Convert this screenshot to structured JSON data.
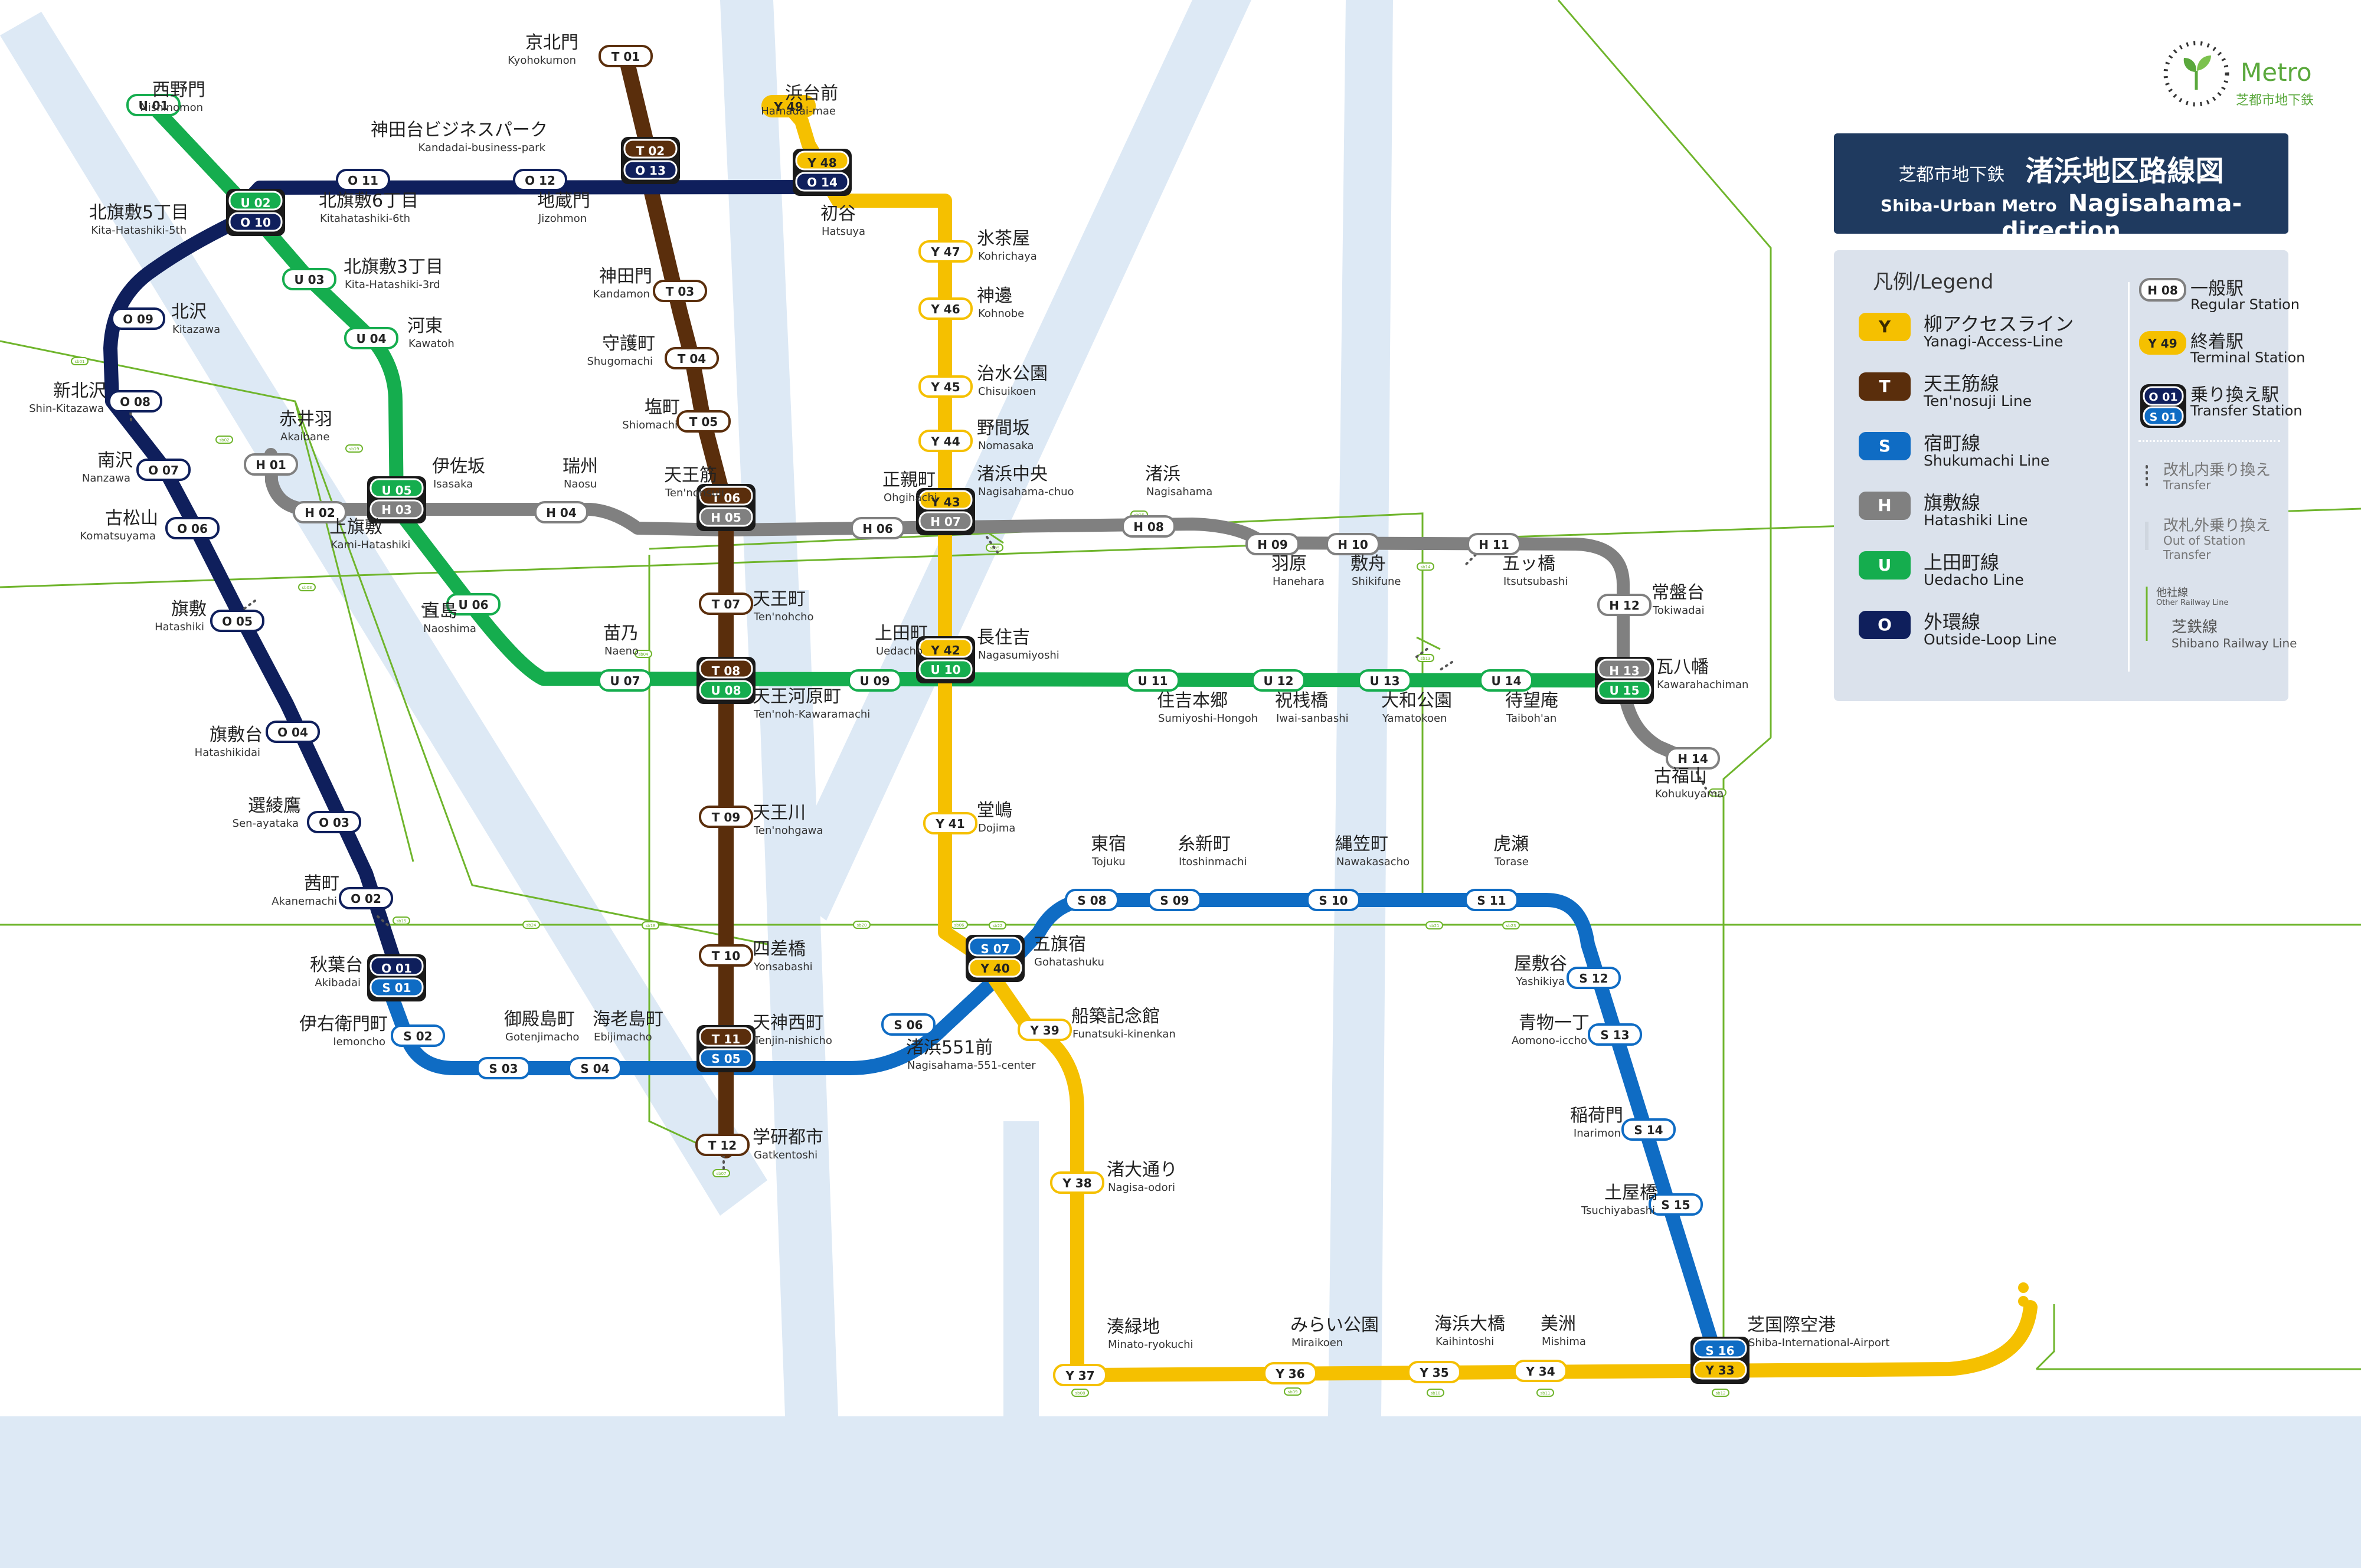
{
  "title": {
    "operator_jp": "芝都市地下鉄",
    "map_title_jp": "渚浜地区路線図",
    "operator_en": "Shiba-Urban Metro",
    "map_title_en": "Nagisahama-direction"
  },
  "logo": {
    "word": "Metro",
    "sub": "芝都市地下鉄",
    "icon": "leaf-circle-icon"
  },
  "legend": {
    "title": "凡例/Legend",
    "lines": [
      {
        "chip": "Y",
        "jp": "柳アクセスライン",
        "en": "Yanagi-Access-Line",
        "color": "#f5c000",
        "text_color": "#3a2a00"
      },
      {
        "chip": "T",
        "jp": "天王筋線",
        "en": "Ten'nosuji Line",
        "color": "#5a2e0c",
        "text_color": "#ffffff"
      },
      {
        "chip": "S",
        "jp": "宿町線",
        "en": "Shukumachi Line",
        "color": "#0f6cc4",
        "text_color": "#ffffff"
      },
      {
        "chip": "H",
        "jp": "旗敷線",
        "en": "Hatashiki Line",
        "color": "#808080",
        "text_color": "#ffffff"
      },
      {
        "chip": "U",
        "jp": "上田町線",
        "en": "Uedacho Line",
        "color": "#15ad4e",
        "text_color": "#ffffff"
      },
      {
        "chip": "O",
        "jp": "外環線",
        "en": "Outside-Loop Line",
        "color": "#0f1f5c",
        "text_color": "#ffffff"
      }
    ],
    "symbols": [
      {
        "code": "H 08",
        "jp": "一般駅",
        "en": "Regular Station"
      },
      {
        "code": "Y 49",
        "jp": "終着駅",
        "en": "Terminal Station"
      },
      {
        "code": "O 01",
        "code2": "S 01",
        "jp": "乗り換え駅",
        "en": "Transfer Station"
      },
      {
        "jp": "改札内乗り換え",
        "en": "Transfer"
      },
      {
        "jp": "改札外乗り換え",
        "en": "Out of Station Transfer"
      },
      {
        "jp": "他社線",
        "en": "Other Railway Line",
        "jp2": "芝鉄線",
        "en2": "Shibano Railway Line"
      }
    ]
  },
  "stations": [
    {
      "code": "U 01",
      "line": "U",
      "jp": "西野門",
      "en": "Nishinomon"
    },
    {
      "code": "T 01",
      "line": "T",
      "jp": "京北門",
      "en": "Kyohokumon"
    },
    {
      "code": "Y 49",
      "line": "Y",
      "jp": "浜台前",
      "en": "Hamadai-mae"
    },
    {
      "code": "T 02",
      "line": "T",
      "code2": "O 13",
      "line2": "O",
      "jp": "神田台ビジネスパーク",
      "en": "Kandadai-business-park"
    },
    {
      "code": "Y 48",
      "line": "Y",
      "code2": "O 14",
      "line2": "O",
      "jp": "初谷",
      "en": "Hatsuya"
    },
    {
      "code": "U 02",
      "line": "U",
      "code2": "O 10",
      "line2": "O",
      "jp": "北旗敷5丁目",
      "en": "Kita-Hatashiki-5th"
    },
    {
      "code": "O 11",
      "line": "O",
      "jp": "北旗敷6丁目",
      "en": "Kitahatashiki-6th"
    },
    {
      "code": "O 12",
      "line": "O",
      "jp": "地蔵門",
      "en": "Jizohmon"
    },
    {
      "code": "U 03",
      "line": "U",
      "jp": "北旗敷3丁目",
      "en": "Kita-Hatashiki-3rd"
    },
    {
      "code": "O 09",
      "line": "O",
      "jp": "北沢",
      "en": "Kitazawa"
    },
    {
      "code": "T 03",
      "line": "T",
      "jp": "神田門",
      "en": "Kandamon"
    },
    {
      "code": "Y 47",
      "line": "Y",
      "jp": "氷茶屋",
      "en": "Kohrichaya"
    },
    {
      "code": "Y 46",
      "line": "Y",
      "jp": "神邊",
      "en": "Kohnobe"
    },
    {
      "code": "U 04",
      "line": "U",
      "jp": "河東",
      "en": "Kawatoh"
    },
    {
      "code": "T 04",
      "line": "T",
      "jp": "守護町",
      "en": "Shugomachi"
    },
    {
      "code": "O 08",
      "line": "O",
      "jp": "新北沢",
      "en": "Shin-Kitazawa"
    },
    {
      "code": "Y 45",
      "line": "Y",
      "jp": "治水公園",
      "en": "Chisuikoen"
    },
    {
      "code": "T 05",
      "line": "T",
      "jp": "塩町",
      "en": "Shiomachi"
    },
    {
      "code": "H 01",
      "line": "H",
      "jp": "赤井羽",
      "en": "Akaibane"
    },
    {
      "code": "Y 44",
      "line": "Y",
      "jp": "野間坂",
      "en": "Nomasaka"
    },
    {
      "code": "O 07",
      "line": "O",
      "jp": "南沢",
      "en": "Nanzawa"
    },
    {
      "code": "U 05",
      "line": "U",
      "code2": "H 03",
      "line2": "H",
      "jp": "伊佐坂",
      "en": "Isasaka"
    },
    {
      "code": "H 04",
      "line": "H",
      "jp": "瑞州",
      "en": "Naosu"
    },
    {
      "code": "T 06",
      "line": "T",
      "code2": "H 05",
      "line2": "H",
      "jp": "天王筋",
      "en": "Ten'nohsuji"
    },
    {
      "code": "H 06",
      "line": "H",
      "jp": "正親町",
      "en": "Ohgihachi"
    },
    {
      "code": "Y 43",
      "line": "Y",
      "code2": "H 07",
      "line2": "H",
      "jp": "渚浜中央",
      "en": "Nagisahama-chuo"
    },
    {
      "code": "H 08",
      "line": "H",
      "jp": "渚浜",
      "en": "Nagisahama"
    },
    {
      "code": "H 02",
      "line": "H",
      "jp": "上旗敷",
      "en": "Kami-Hatashiki"
    },
    {
      "code": "O 06",
      "line": "O",
      "jp": "古松山",
      "en": "Komatsuyama"
    },
    {
      "code": "H 09",
      "line": "H",
      "jp": "羽原",
      "en": "Hanehara"
    },
    {
      "code": "H 10",
      "line": "H",
      "jp": "敷舟",
      "en": "Shikifune"
    },
    {
      "code": "H 11",
      "line": "H",
      "jp": "五ッ橋",
      "en": "Itsutsubashi"
    },
    {
      "code": "H 12",
      "line": "H",
      "jp": "常盤台",
      "en": "Tokiwadai"
    },
    {
      "code": "O 05",
      "line": "O",
      "jp": "旗敷",
      "en": "Hatashiki"
    },
    {
      "code": "U 06",
      "line": "U",
      "jp": "直島",
      "en": "Naoshima"
    },
    {
      "code": "T 07",
      "line": "T",
      "jp": "天王町",
      "en": "Ten'nohcho"
    },
    {
      "code": "U 07",
      "line": "U",
      "jp": "苗乃",
      "en": "Naeno"
    },
    {
      "code": "U 09",
      "line": "U",
      "jp": "上田町",
      "en": "Uedacho"
    },
    {
      "code": "Y 42",
      "line": "Y",
      "code2": "U 10",
      "line2": "U",
      "jp": "長住吉",
      "en": "Nagasumiyoshi"
    },
    {
      "code": "T 08",
      "line": "T",
      "code2": "U 08",
      "line2": "U",
      "jp": "天王河原町",
      "en": "Ten'noh-Kawaramachi"
    },
    {
      "code": "U 11",
      "line": "U",
      "jp": "住吉本郷",
      "en": "Sumiyoshi-Hongoh"
    },
    {
      "code": "U 12",
      "line": "U",
      "jp": "祝桟橋",
      "en": "Iwai-sanbashi"
    },
    {
      "code": "U 13",
      "line": "U",
      "jp": "大和公園",
      "en": "Yamatokoen"
    },
    {
      "code": "U 14",
      "line": "U",
      "jp": "待望庵",
      "en": "Taiboh'an"
    },
    {
      "code": "H 13",
      "line": "H",
      "code2": "U 15",
      "line2": "U",
      "jp": "瓦八幡",
      "en": "Kawarahachiman"
    },
    {
      "code": "O 04",
      "line": "O",
      "jp": "旗敷台",
      "en": "Hatashikidai"
    },
    {
      "code": "H 14",
      "line": "H",
      "jp": "古福山",
      "en": "Kohukuyama"
    },
    {
      "code": "O 03",
      "line": "O",
      "jp": "選綾鷹",
      "en": "Sen-ayataka"
    },
    {
      "code": "T 09",
      "line": "T",
      "jp": "天王川",
      "en": "Ten'nohgawa"
    },
    {
      "code": "Y 41",
      "line": "Y",
      "jp": "堂嶋",
      "en": "Dojima"
    },
    {
      "code": "S 08",
      "line": "S",
      "jp": "東宿",
      "en": "Tojuku"
    },
    {
      "code": "S 09",
      "line": "S",
      "jp": "糸新町",
      "en": "Itoshinmachi"
    },
    {
      "code": "S 10",
      "line": "S",
      "jp": "縄笠町",
      "en": "Nawakasacho"
    },
    {
      "code": "S 11",
      "line": "S",
      "jp": "虎瀬",
      "en": "Torase"
    },
    {
      "code": "O 02",
      "line": "O",
      "jp": "茜町",
      "en": "Akanemachi"
    },
    {
      "code": "S 07",
      "line": "S",
      "code2": "Y 40",
      "line2": "Y",
      "jp": "五旗宿",
      "en": "Gohatashuku"
    },
    {
      "code": "T 10",
      "line": "T",
      "jp": "四差橋",
      "en": "Yonsabashi"
    },
    {
      "code": "O 01",
      "line": "O",
      "code2": "S 01",
      "line2": "S",
      "jp": "秋葉台",
      "en": "Akibadai"
    },
    {
      "code": "S 12",
      "line": "S",
      "jp": "屋敷谷",
      "en": "Yashikiya"
    },
    {
      "code": "S 02",
      "line": "S",
      "jp": "伊右衛門町",
      "en": "Iemoncho"
    },
    {
      "code": "S 03",
      "line": "S",
      "jp": "御殿島町",
      "en": "Gotenjimacho"
    },
    {
      "code": "S 04",
      "line": "S",
      "jp": "海老島町",
      "en": "Ebijimacho"
    },
    {
      "code": "T 11",
      "line": "T",
      "code2": "S 05",
      "line2": "S",
      "jp": "天神西町",
      "en": "Tenjin-nishicho"
    },
    {
      "code": "S 06",
      "line": "S",
      "jp": "渚浜551前",
      "en": "Nagisahama-551-center"
    },
    {
      "code": "Y 39",
      "line": "Y",
      "jp": "船築記念館",
      "en": "Funatsuki-kinenkan"
    },
    {
      "code": "S 13",
      "line": "S",
      "jp": "青物一丁",
      "en": "Aomono-iccho"
    },
    {
      "code": "S 14",
      "line": "S",
      "jp": "稲荷門",
      "en": "Inarimon"
    },
    {
      "code": "T 12",
      "line": "T",
      "jp": "学研都市",
      "en": "Gatkentoshi"
    },
    {
      "code": "Y 38",
      "line": "Y",
      "jp": "渚大通り",
      "en": "Nagisa-odori"
    },
    {
      "code": "S 15",
      "line": "S",
      "jp": "土屋橋",
      "en": "Tsuchiyabashi"
    },
    {
      "code": "Y 37",
      "line": "Y",
      "jp": "湊緑地",
      "en": "Minato-ryokuchi"
    },
    {
      "code": "Y 36",
      "line": "Y",
      "jp": "みらい公園",
      "en": "Miraikoen"
    },
    {
      "code": "Y 35",
      "line": "Y",
      "jp": "海浜大橋",
      "en": "Kaihintoshi"
    },
    {
      "code": "Y 34",
      "line": "Y",
      "jp": "美洲",
      "en": "Mishima"
    },
    {
      "code": "S 16",
      "line": "S",
      "code2": "Y 33",
      "line2": "Y",
      "jp": "芝国際空港",
      "en": "Shiba-International-Airport"
    }
  ],
  "rail_codes": [
    "sb01",
    "sb02",
    "sb03",
    "sb04",
    "sb05",
    "sb06",
    "sb07",
    "sb08",
    "sb09",
    "sb10",
    "sb11",
    "sb12",
    "sb13",
    "sb14",
    "sb15",
    "sb16",
    "sb17",
    "sb18",
    "sb19",
    "sb20",
    "sb21",
    "sb22",
    "sb23",
    "sb24"
  ],
  "colors": {
    "Y": "#f5c000",
    "T": "#5a2e0c",
    "S": "#0f6cc4",
    "H": "#808080",
    "U": "#15ad4e",
    "O": "#0f1f5c",
    "river": "#dde9f5",
    "rail": "#6fb52c",
    "title_bg": "#1f3a5f",
    "legend_bg": "#dbe2ec"
  }
}
